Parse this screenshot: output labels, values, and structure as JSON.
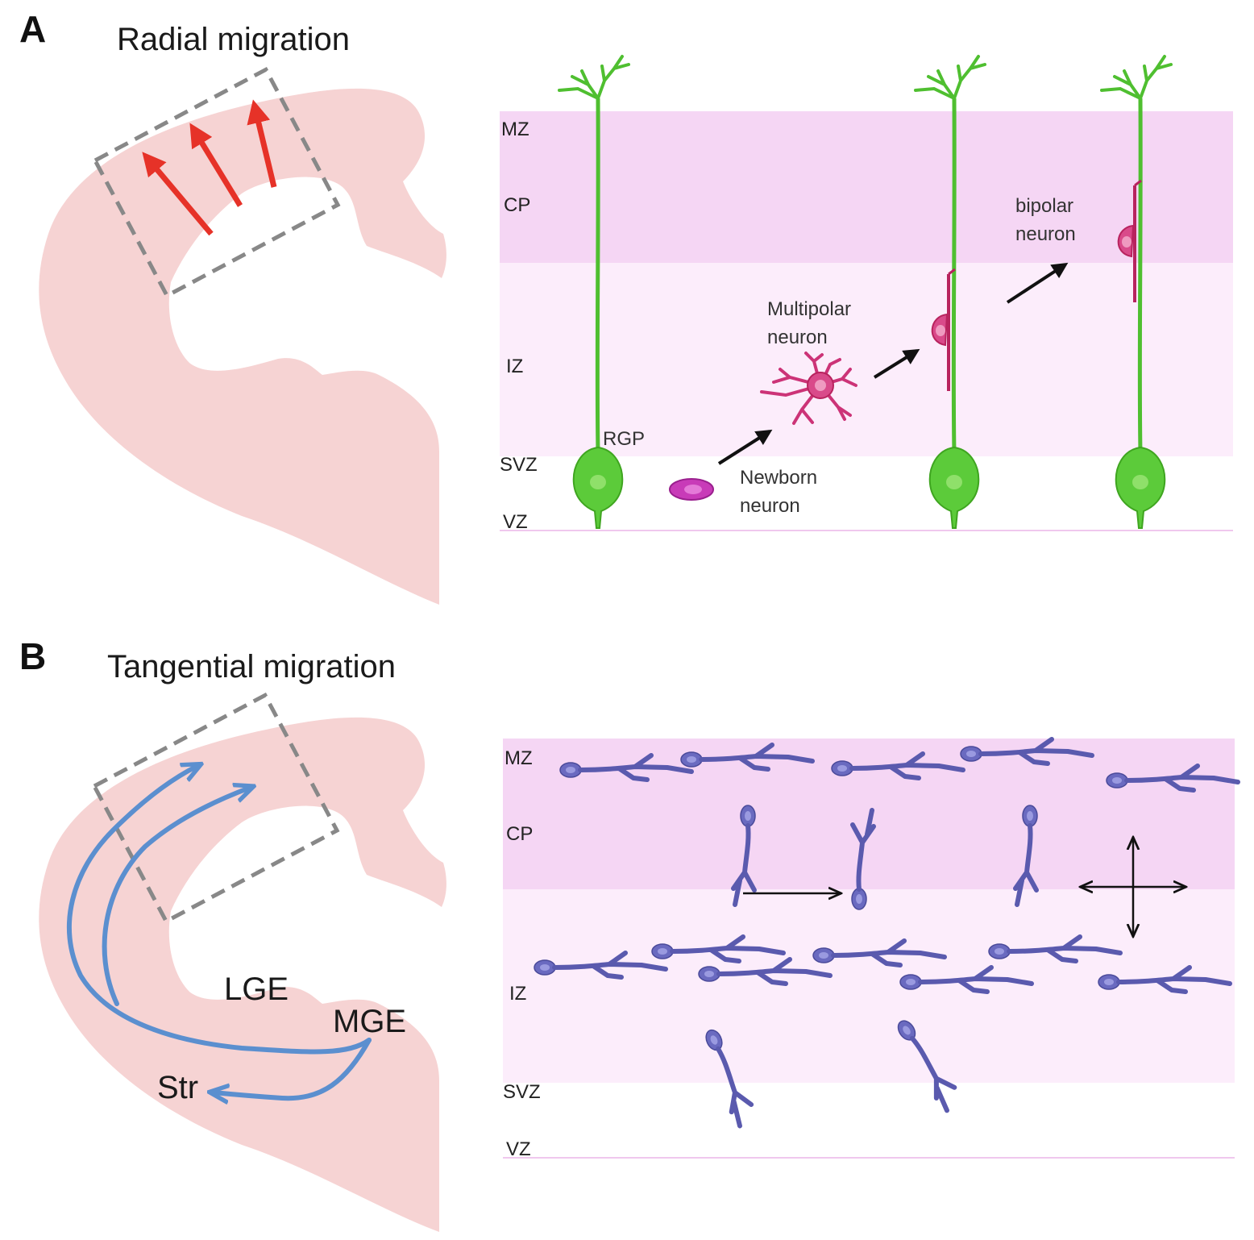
{
  "panel_a": {
    "letter": "A",
    "title": "Radial migration",
    "layers": [
      "MZ",
      "CP",
      "IZ",
      "SVZ",
      "VZ"
    ],
    "labels": {
      "rgp": "RGP",
      "newborn_1": "Newborn",
      "newborn_2": "neuron",
      "multipolar_1": "Multipolar",
      "multipolar_2": "neuron",
      "bipolar_1": "bipolar",
      "bipolar_2": "neuron"
    }
  },
  "panel_b": {
    "letter": "B",
    "title": "Tangential migration",
    "layers": [
      "MZ",
      "CP",
      "IZ",
      "SVZ",
      "VZ"
    ],
    "regions": {
      "lge": "LGE",
      "mge": "MGE",
      "str": "Str"
    }
  },
  "colors": {
    "brain": "#f6d3d3",
    "mz_cp": "#f5d6f4",
    "iz": "#fcedfb",
    "rgp": "#5ccb3a",
    "neuron": "#cc3377",
    "newborn": "#c83bb8",
    "interneuron": "#5a5aae",
    "radial_arrow": "#e63228",
    "tangential_arrow": "#5b8fcf",
    "dashed_box": "#888888"
  },
  "icons": {
    "rgp": "radial-glial-progenitor",
    "interneuron": "tangential-interneuron"
  }
}
